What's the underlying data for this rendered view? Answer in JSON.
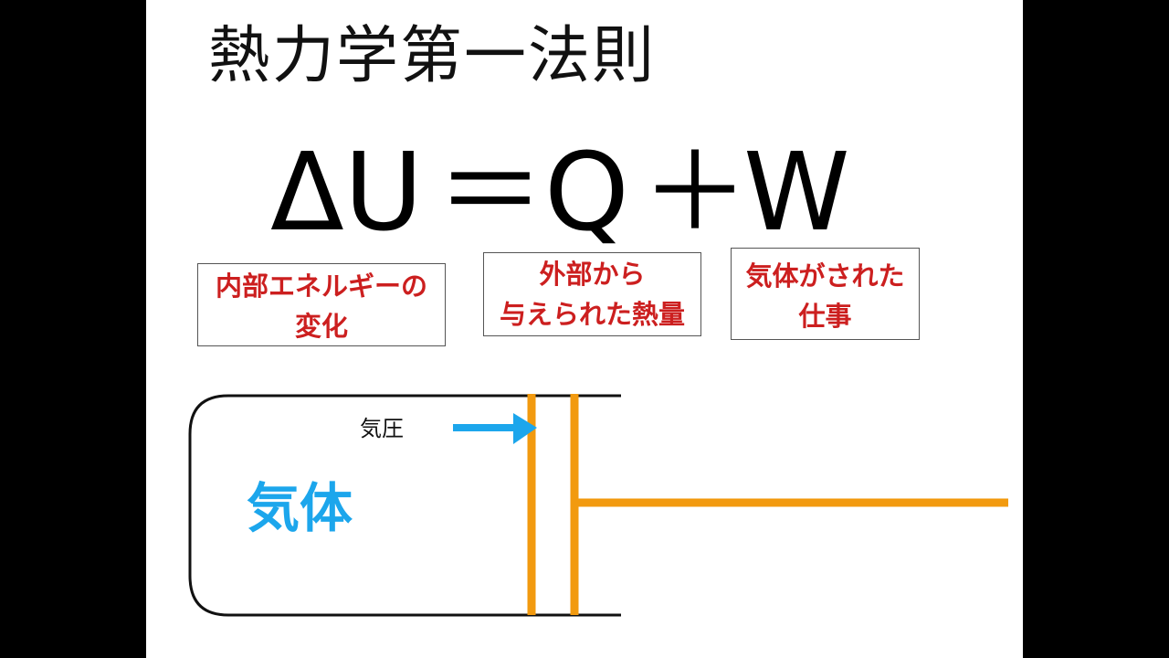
{
  "slide": {
    "title": "熱力学第一法則"
  },
  "equation": {
    "delta_u": "ΔU",
    "equals": "＝",
    "q": "Q",
    "plus": "＋",
    "w": "W"
  },
  "labels": {
    "internal_energy": [
      "内部エネルギーの",
      "変化"
    ],
    "heat": [
      "外部から",
      "与えられた熱量"
    ],
    "work": [
      "気体がされた",
      "仕事"
    ]
  },
  "diagram": {
    "pressure_label": "気圧",
    "gas_label": "気体"
  },
  "colors": {
    "label_text": "#cc1f1f",
    "gas_text": "#1ca6ec",
    "arrow": "#1ca6ec",
    "piston": "#f29a0f",
    "outline": "#111111"
  }
}
